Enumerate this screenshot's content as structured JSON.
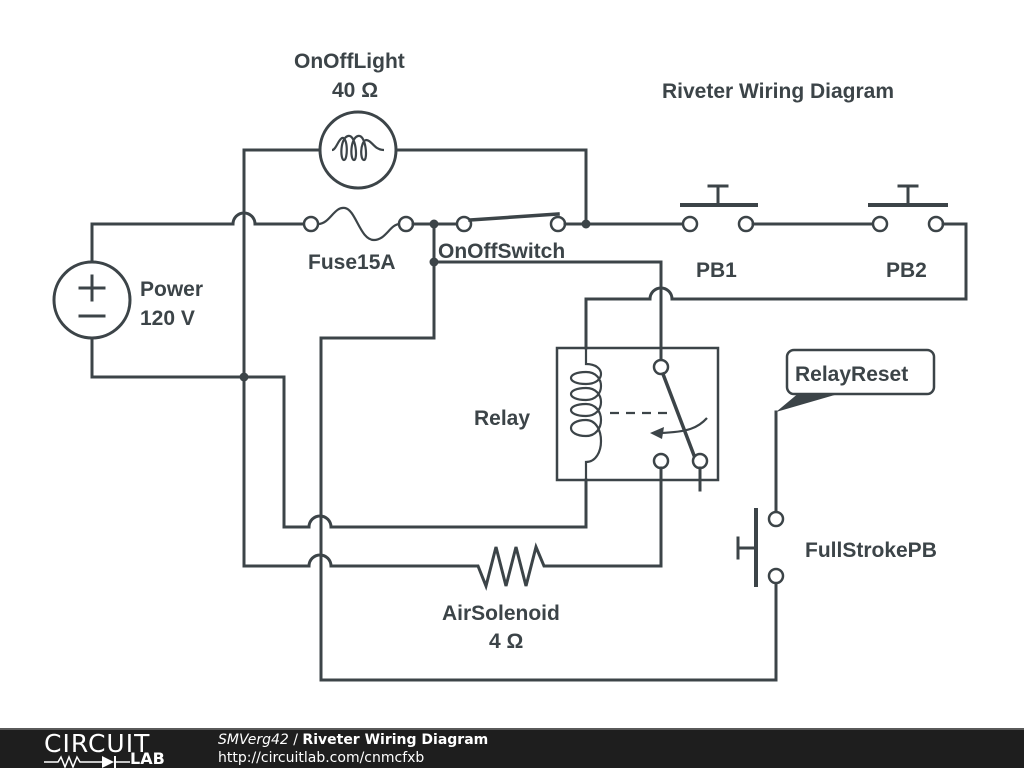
{
  "diagram": {
    "title": "Riveter Wiring Diagram",
    "wire_color": "#3c4448",
    "components": {
      "power": {
        "name": "Power",
        "value": "120 V",
        "plus_symbol": "+",
        "minus_symbol": "−"
      },
      "light": {
        "name": "OnOffLight",
        "value": "40 Ω"
      },
      "fuse": {
        "name": "Fuse15A"
      },
      "switch": {
        "name": "OnOffSwitch"
      },
      "pb1": {
        "name": "PB1"
      },
      "pb2": {
        "name": "PB2"
      },
      "relay": {
        "name": "Relay"
      },
      "relay_reset_note": {
        "text": "RelayReset"
      },
      "fullstroke": {
        "name": "FullStrokePB"
      },
      "solenoid": {
        "name": "AirSolenoid",
        "value": "4 Ω"
      }
    }
  },
  "footer": {
    "logo_top": "CIRCUIT",
    "logo_bottom": "LAB",
    "user": "SMVerg42",
    "separator": " / ",
    "title": "Riveter Wiring Diagram",
    "url": "http://circuitlab.com/cnmcfxb"
  }
}
